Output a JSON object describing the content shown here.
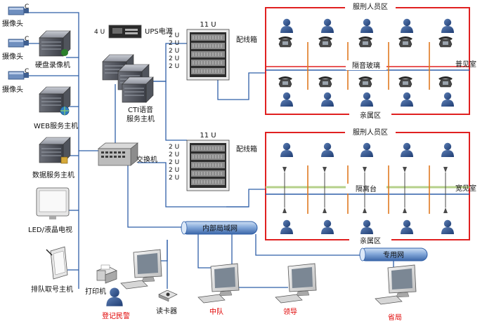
{
  "devices": {
    "camera": "摄像头",
    "dvr": "硬盘录像机",
    "web_server": "WEB服务主机",
    "data_server": "数据服务主机",
    "tv": "LED/液晶电视",
    "queue_machine": "排队取号主机",
    "ups": "UPS电源",
    "ups_unit": "4 U",
    "cti_server": [
      "CTI语音",
      "服务主机"
    ],
    "switch": "交换机",
    "cabinet_label": "配线箱",
    "cabinet_unit": "11 U",
    "rack_slot": "2 U",
    "printer": "打印机",
    "card_reader": "读卡器",
    "camera_mark": "C"
  },
  "rooms": {
    "normal": {
      "name": "普见室",
      "inmates": "服刑人员区",
      "family": "亲属区",
      "divider": "隔音玻璃",
      "accent": "#e02020"
    },
    "wide": {
      "name": "宽见室",
      "inmates": "服刑人员区",
      "family": "亲属区",
      "divider": "隔离台",
      "accent": "#e02020"
    }
  },
  "networks": {
    "intranet": "内部局域网",
    "private": "专用网"
  },
  "terminals": {
    "registration": "登记民警",
    "squad": "中队",
    "leader": "领导",
    "province": "省局"
  },
  "colors": {
    "wire": "#2f5fa8",
    "partition": "#e07a20",
    "divider_line": "#b5d08a",
    "highlight_text": "#e00000"
  }
}
